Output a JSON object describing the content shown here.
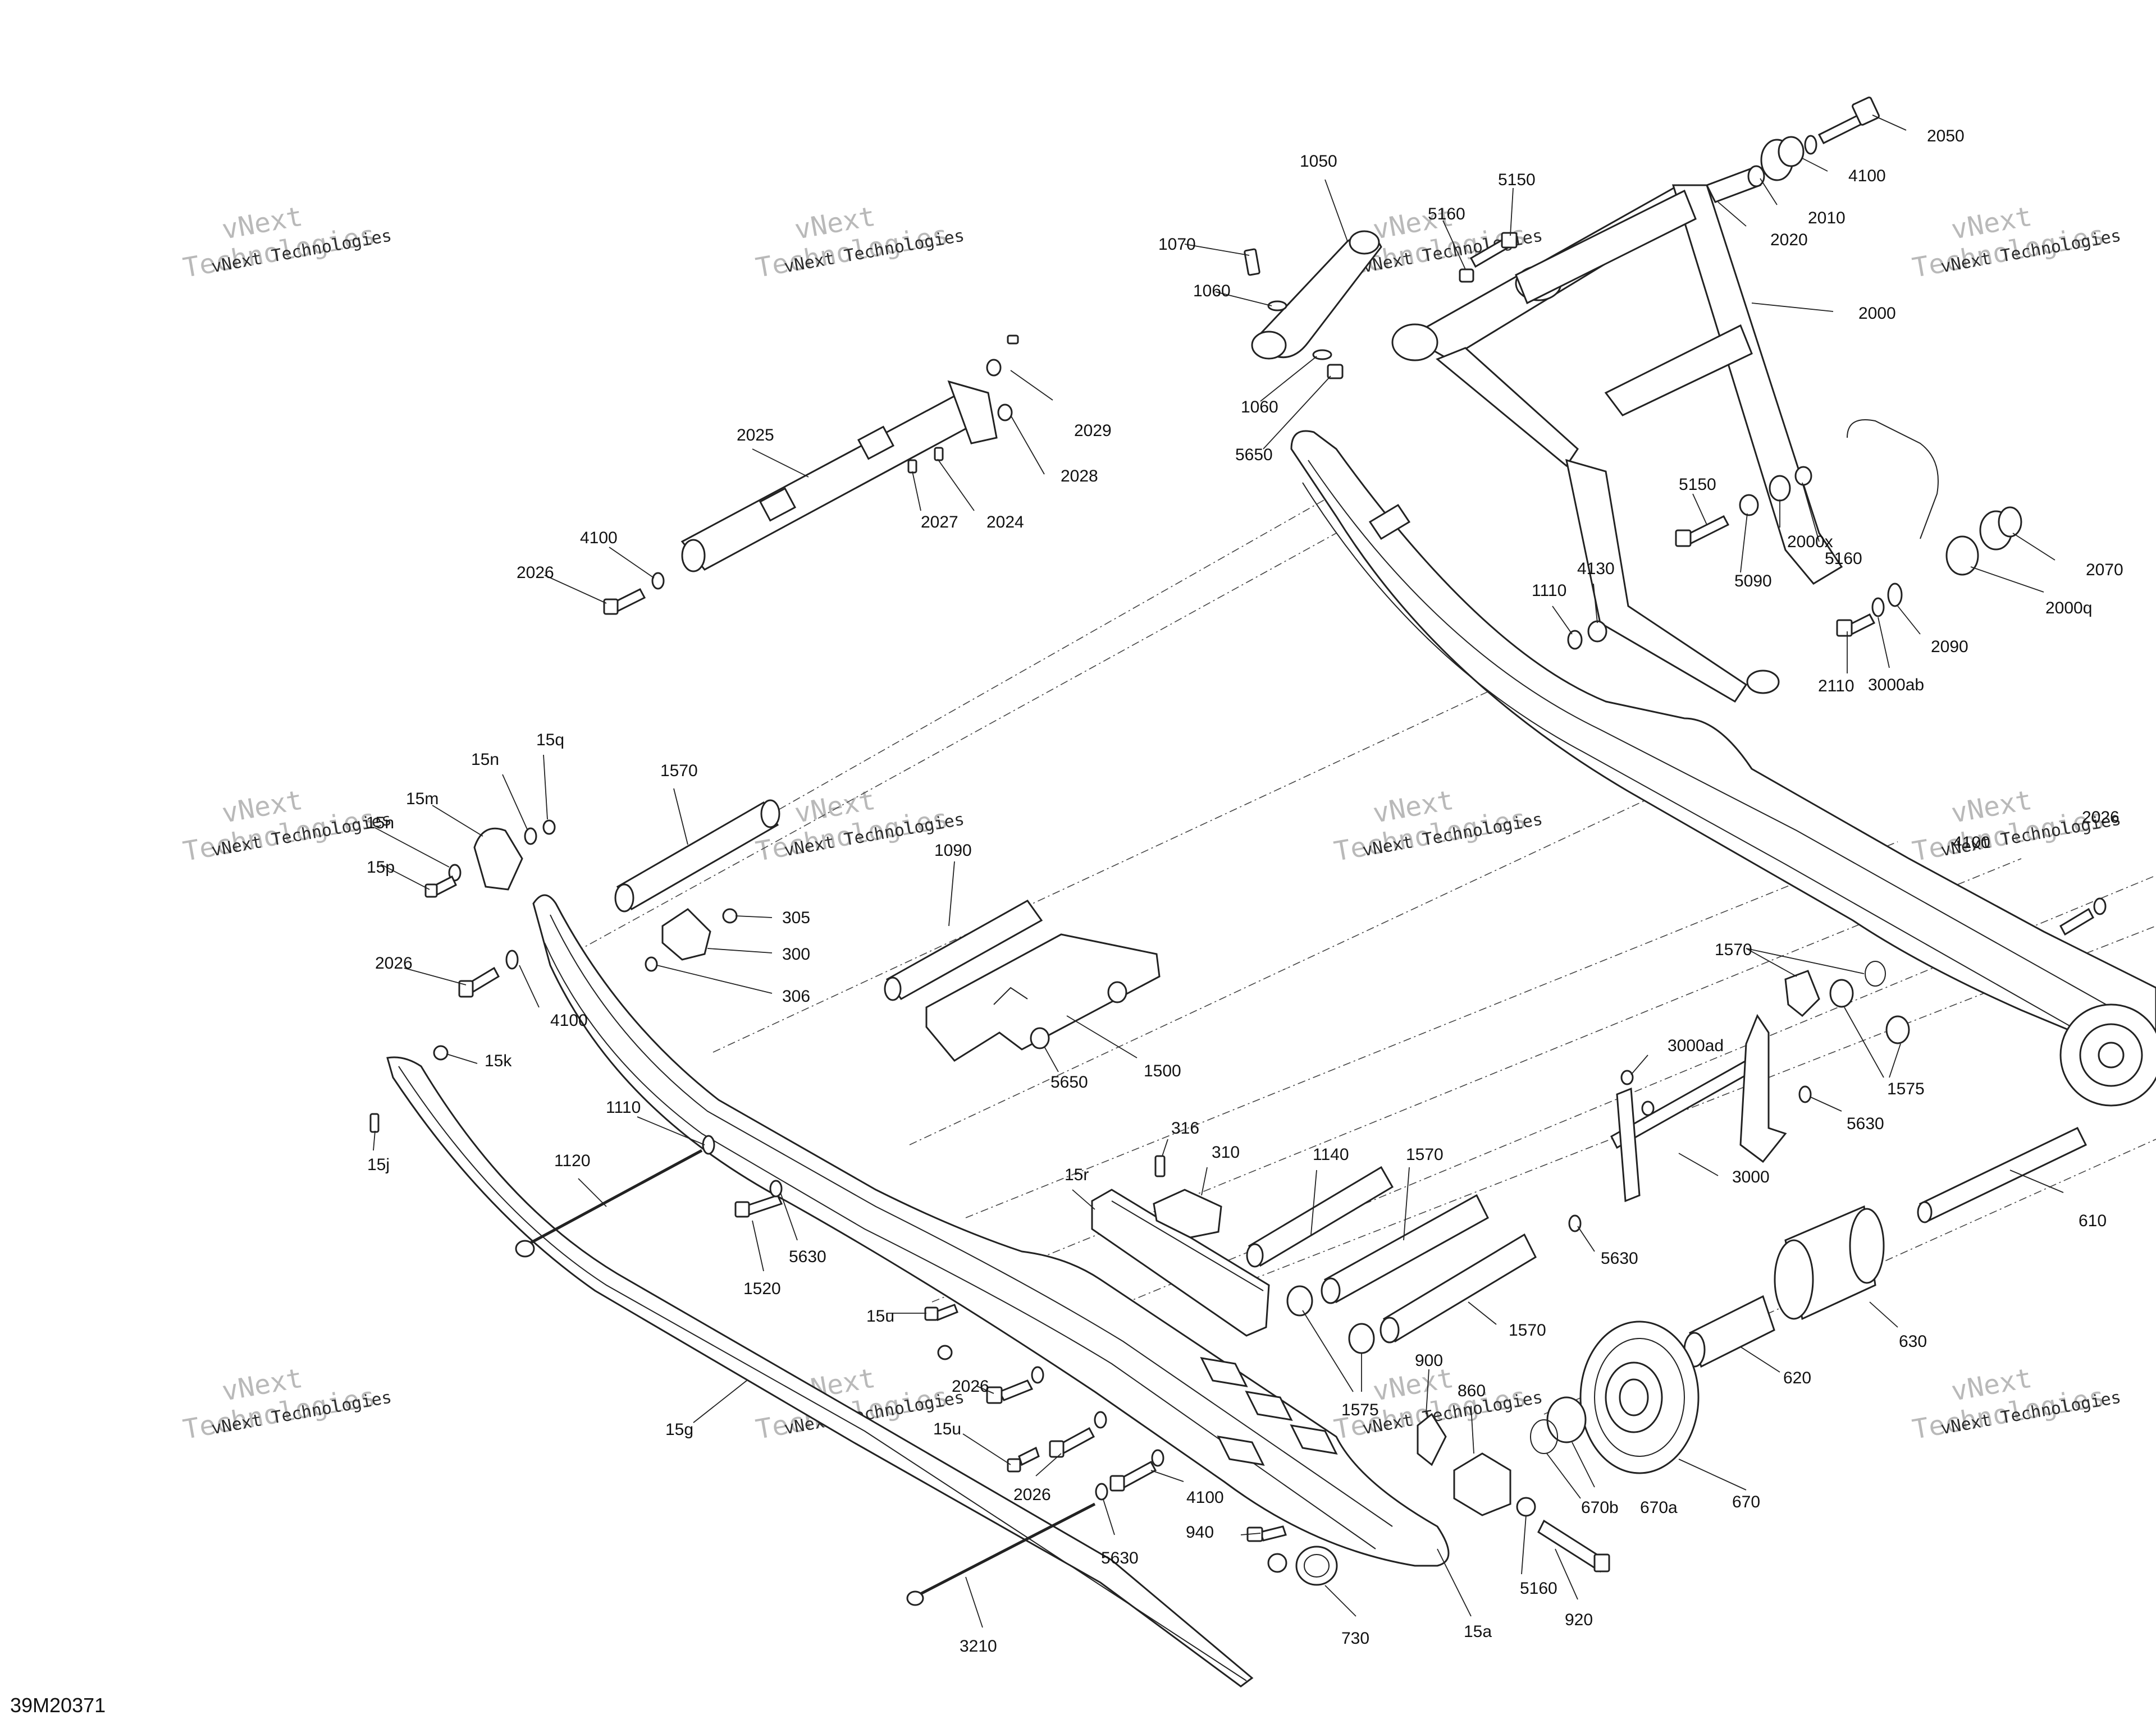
{
  "diagram_code": "39M20371",
  "watermark_text": [
    "vNext",
    "Technologies",
    "vNext Technologies"
  ],
  "callouts": [
    {
      "id": "2050"
    },
    {
      "id": "4100"
    },
    {
      "id": "1050"
    },
    {
      "id": "5150"
    },
    {
      "id": "2010"
    },
    {
      "id": "5160"
    },
    {
      "id": "1070"
    },
    {
      "id": "2020"
    },
    {
      "id": "1060"
    },
    {
      "id": "2000"
    },
    {
      "id": "1060"
    },
    {
      "id": "5650"
    },
    {
      "id": "2029"
    },
    {
      "id": "2025"
    },
    {
      "id": "2028"
    },
    {
      "id": "2027"
    },
    {
      "id": "2024"
    },
    {
      "id": "4100"
    },
    {
      "id": "2026"
    },
    {
      "id": "5150"
    },
    {
      "id": "2000x"
    },
    {
      "id": "5160"
    },
    {
      "id": "5090"
    },
    {
      "id": "2070"
    },
    {
      "id": "2000q"
    },
    {
      "id": "1110"
    },
    {
      "id": "4130"
    },
    {
      "id": "2090"
    },
    {
      "id": "2110"
    },
    {
      "id": "3000ab"
    },
    {
      "id": "15q"
    },
    {
      "id": "15n"
    },
    {
      "id": "15m"
    },
    {
      "id": "15n"
    },
    {
      "id": "15p"
    },
    {
      "id": "1570"
    },
    {
      "id": "1090"
    },
    {
      "id": "305"
    },
    {
      "id": "300"
    },
    {
      "id": "306"
    },
    {
      "id": "2026"
    },
    {
      "id": "4100"
    },
    {
      "id": "1500"
    },
    {
      "id": "2026"
    },
    {
      "id": "4100"
    },
    {
      "id": "15k"
    },
    {
      "id": "15j"
    },
    {
      "id": "1570"
    },
    {
      "id": "3000ad"
    },
    {
      "id": "1575"
    },
    {
      "id": "5630"
    },
    {
      "id": "1110"
    },
    {
      "id": "1120"
    },
    {
      "id": "5650"
    },
    {
      "id": "316"
    },
    {
      "id": "310"
    },
    {
      "id": "1140"
    },
    {
      "id": "1570"
    },
    {
      "id": "3000"
    },
    {
      "id": "610"
    },
    {
      "id": "15r"
    },
    {
      "id": "5630"
    },
    {
      "id": "1520"
    },
    {
      "id": "5630"
    },
    {
      "id": "15u"
    },
    {
      "id": "1570"
    },
    {
      "id": "630"
    },
    {
      "id": "620"
    },
    {
      "id": "2026"
    },
    {
      "id": "15g"
    },
    {
      "id": "15u"
    },
    {
      "id": "900"
    },
    {
      "id": "1575"
    },
    {
      "id": "860"
    },
    {
      "id": "2026"
    },
    {
      "id": "4100"
    },
    {
      "id": "670b"
    },
    {
      "id": "670a"
    },
    {
      "id": "670"
    },
    {
      "id": "940"
    },
    {
      "id": "5630"
    },
    {
      "id": "5160"
    },
    {
      "id": "920"
    },
    {
      "id": "730"
    },
    {
      "id": "15a"
    },
    {
      "id": "3210"
    }
  ]
}
